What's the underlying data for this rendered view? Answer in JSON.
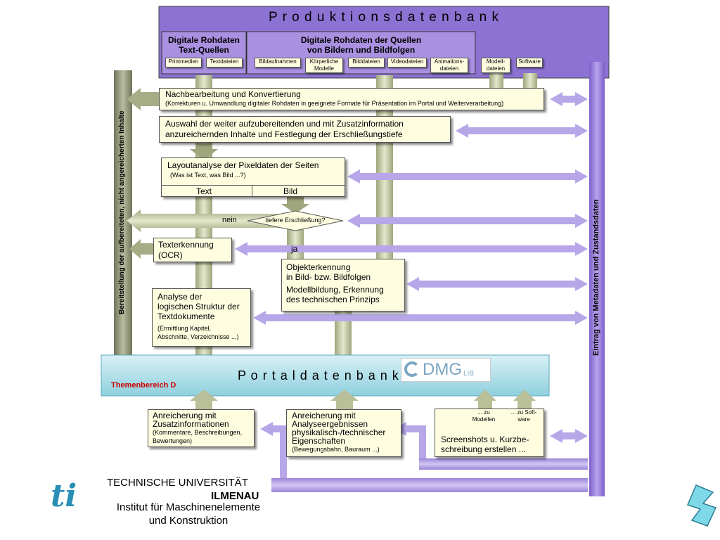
{
  "top": {
    "title": "P r o d u k t i o n s d a t e n b a n k",
    "group_text": "Digitale Rohdaten Text-Quellen",
    "group_text_l1": "Digitale Rohdaten",
    "group_text_l2": "Text-Quellen",
    "group_media_l1": "Digitale Rohdaten der Quellen",
    "group_media_l2": "von Bildern und Bildfolgen",
    "sources": {
      "printmedien": "Printmedien",
      "textdateien": "Textdateien",
      "bildaufnahmen": "Bildaufnahmen",
      "koerper_l1": "Körperliche",
      "koerper_l2": "Modelle",
      "bilddateien": "Bilddateien",
      "videodateien": "Videodateien",
      "animation_l1": "Animations-",
      "animation_l2": "dateien",
      "modell_l1": "Modell-",
      "modell_l2": "dateien",
      "software": "Software"
    }
  },
  "left_bar_label": "Bereitstellung der aufbereiteten, nicht angereicherten Inhalte",
  "right_bar_label": "Eintrag von Metadaten und Zustandsdaten",
  "steps": {
    "nachbearbeitung_title": "Nachbearbeitung und Konvertierung",
    "nachbearbeitung_sub": "(Korrekturen u. Umwandlung digitaler Rohdaten in geeignete Formate für Präsentation im Portal und  Weiterverarbeitung)",
    "auswahl_l1": "Auswahl der weiter aufzubereitenden und mit Zusatzinformation",
    "auswahl_l2": "anzureichernden Inhalte und Festlegung der Erschließungstiefe",
    "layout_title": "Layoutanalyse der Pixeldaten der Seiten",
    "layout_sub": "(Was ist Text, was Bild ...?)",
    "layout_text": "Text",
    "layout_bild": "Bild",
    "decision": "tiefere Erschließung?",
    "nein": "nein",
    "ja": "ja",
    "ocr_l1": "Texterkennung",
    "ocr_l2": "(OCR)",
    "objekt_l1": "Objekterkennung",
    "objekt_l2": "in Bild- bzw. Bildfolgen",
    "objekt_l3": "Modellbildung, Erkennung",
    "objekt_l4": "des technischen Prinzips",
    "analyse_l1": "Analyse der",
    "analyse_l2": "logischen Struktur der",
    "analyse_l3": "Textdokumente",
    "analyse_sub1": "(Ermittlung Kapitel,",
    "analyse_sub2": "Abschnitte, Verzeichnisse ...)"
  },
  "portal": {
    "title": "P o r t a l d a t e n b a n k",
    "themenbereich": "Themenbereich D",
    "logo_text": "DMG",
    "logo_sub": "LIB"
  },
  "enrich": {
    "zusatz_l1": "Anreicherung mit",
    "zusatz_l2": "Zusatzinformationen",
    "zusatz_sub1": "(Kommentare, Beschreibungen,",
    "zusatz_sub2": "Bewertungen)",
    "analyse_l1": "Anreicherung mit",
    "analyse_l2": "Analyseergebnissen",
    "analyse_l3": "physikalisch-/technischer",
    "analyse_l4": "Eigenschaften",
    "analyse_sub": "(Bewegungsbahn, Bauraum ...)",
    "zu_modellen_l1": "... zu",
    "zu_modellen_l2": "Modellen",
    "zu_software_l1": "... zu Soft-",
    "zu_software_l2": "ware",
    "screenshots_l1": "Screenshots u. Kurzbe-",
    "screenshots_l2": "schreibung erstellen ..."
  },
  "footer": {
    "uni": "TECHNISCHE UNIVERSITÄT",
    "city": "ILMENAU",
    "inst_l1": "Institut für Maschinenelemente",
    "inst_l2": "und Konstruktion",
    "logo": "ti"
  },
  "colors": {
    "purple_dark": "#8a6fcf",
    "purple_light": "#b9a8e6",
    "cream": "#fffde0",
    "olive": "#c9cfa8",
    "olive_dark": "#8d916a",
    "portal_blue": "#aee0ea",
    "red": "#cc0000"
  }
}
